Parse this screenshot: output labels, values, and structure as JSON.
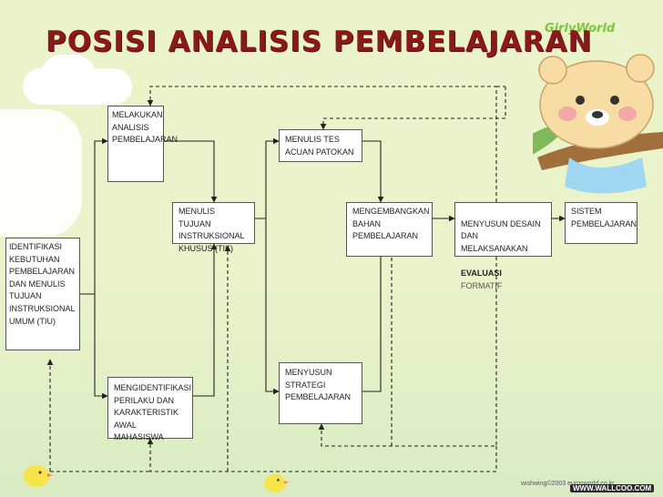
{
  "title": "POSISI ANALISIS PEMBELAJARAN",
  "logo_text": "GirlyWorld",
  "boxes": {
    "identifikasi": "IDENTIFIKASI\nKEBUTUHAN\nPEMBELAJARAN\nDAN MENULIS\nTUJUAN\nINSTRUKSIONAL\nUMUM (TIU)",
    "melakukan": "MELAKUKAN\nANALISIS\nPEMBELAJARAN",
    "mengidentifikasi": "MENGIDENTIFIKASI\nPERILAKU DAN\nKARAKTERISTIK\nAWAL MAHASISWA",
    "menulis_tujuan": "MENULIS TUJUAN\nINSTRUKSIONAL\nKHUSUS (TIK)",
    "menulis_tes": "MENULIS TES\nACUAN PATOKAN",
    "menyusun_strategi": "MENYUSUN\nSTRATEGI\nPEMBELAJARAN",
    "mengembangkan": "MENGEMBANGKAN\nBAHAN\nPEMBELAJARAN",
    "menyusun_desain": "MENYUSUN DESAIN\nDAN\nMELAKSANAKAN",
    "menyusun_desain_last": "EVALUASI",
    "menyusun_desain_suffix": "FORMATIF",
    "sistem": "SISTEM\nPEMBELAJARAN"
  },
  "credit": "wishwing©2003 eurosworld.co.kr",
  "watermark": "WWW.WALLCOO.COM",
  "colors": {
    "background": "#eaf3c9",
    "title": "#8a1a1a",
    "line": "#222222"
  }
}
